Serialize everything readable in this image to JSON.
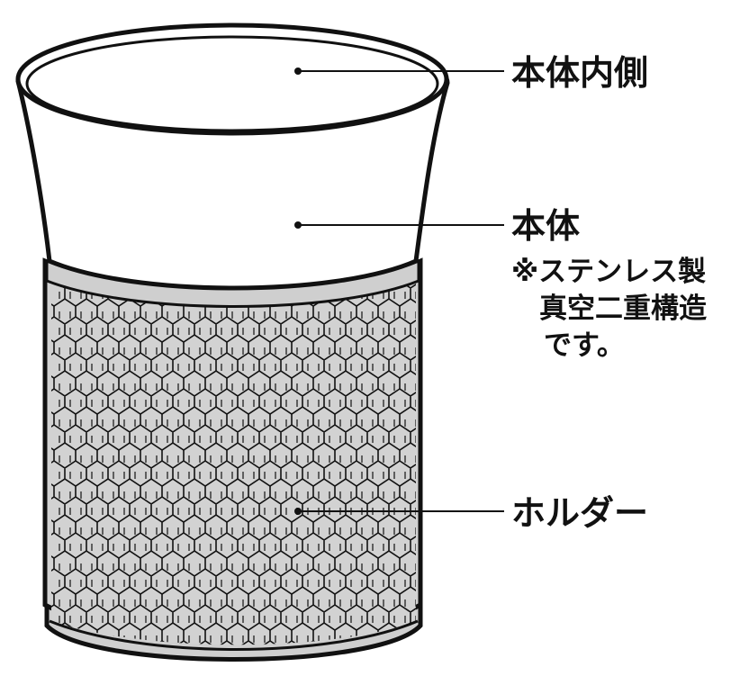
{
  "labels": {
    "inner": "本体内側",
    "body": "本体",
    "holder": "ホルダー"
  },
  "note": {
    "lines": [
      "※ステンレス製",
      "　真空二重構造",
      "です。"
    ]
  },
  "colors": {
    "outline": "#111111",
    "cup_fill": "#ffffff",
    "holder_fill": "#d2d2d2",
    "band_fill": "#cfcfcf",
    "lines": "#111111"
  }
}
